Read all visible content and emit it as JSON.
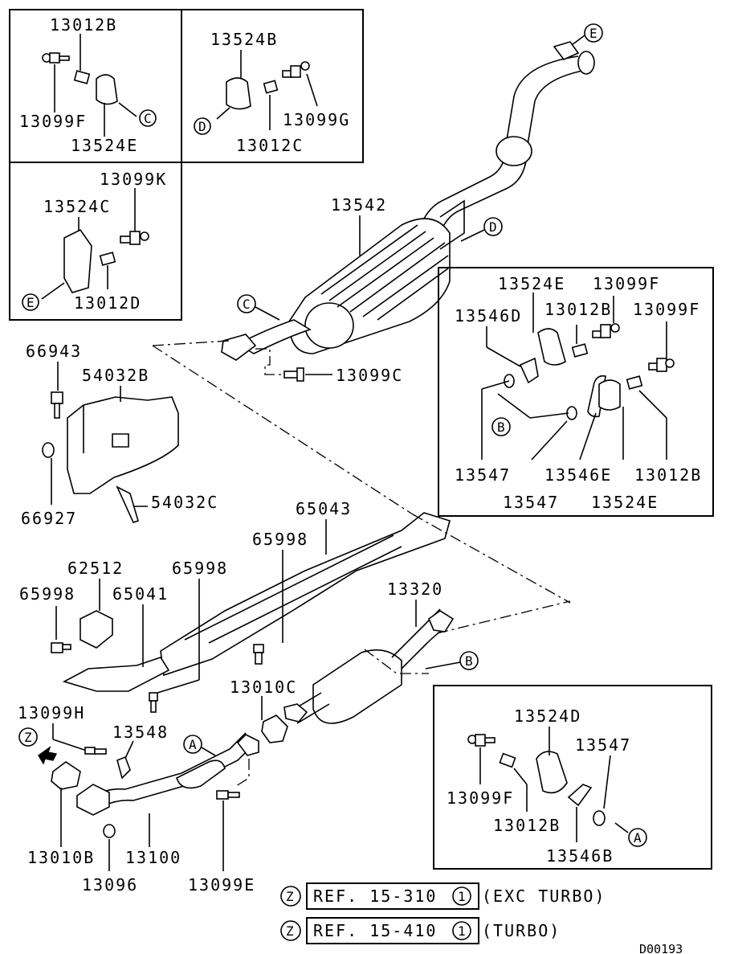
{
  "diagram": {
    "code": "D00193",
    "callouts": {
      "c": "C",
      "d": "D",
      "e": "E",
      "b": "B",
      "a": "A",
      "z": "Z"
    },
    "parts": {
      "p13012B": "13012B",
      "p13099F": "13099F",
      "p13524E": "13524E",
      "p13524B": "13524B",
      "p13099G": "13099G",
      "p13012C": "13012C",
      "p13099K": "13099K",
      "p13524C": "13524C",
      "p13012D": "13012D",
      "p13542": "13542",
      "p13099C": "13099C",
      "p66943": "66943",
      "p54032B": "54032B",
      "p66927": "66927",
      "p54032C": "54032C",
      "p65043": "65043",
      "p65998": "65998",
      "p62512": "62512",
      "p65041": "65041",
      "p13320": "13320",
      "p13010C": "13010C",
      "p13099H": "13099H",
      "p13548": "13548",
      "p13010B": "13010B",
      "p13096": "13096",
      "p13100": "13100",
      "p13099E": "13099E",
      "p13546D": "13546D",
      "p13547": "13547",
      "p13546E": "13546E",
      "p13524D": "13524D",
      "p13546B": "13546B"
    },
    "references": [
      {
        "ref": "REF. 15-310",
        "num": "1",
        "note": "(EXC TURBO)"
      },
      {
        "ref": "REF. 15-410",
        "num": "1",
        "note": "(TURBO)"
      }
    ]
  }
}
